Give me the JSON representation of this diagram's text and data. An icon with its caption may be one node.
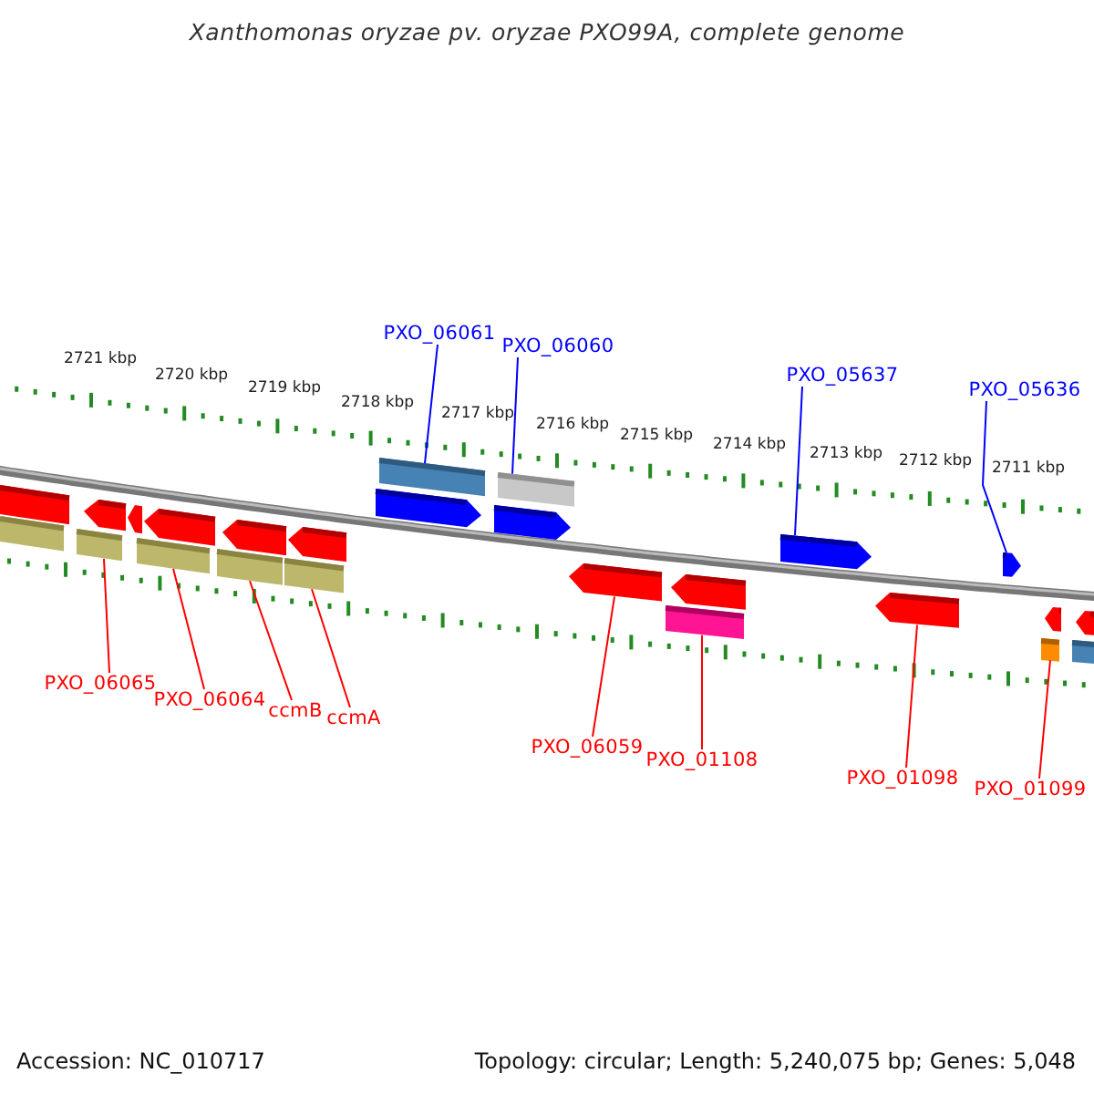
{
  "diagram": {
    "title": "Xanthomonas oryzae pv. oryzae PXO99A, complete genome",
    "nodes": [
      {
        "text": [
          "PXO_06061"
        ]
      },
      {
        "text": [
          "PXO_06060"
        ]
      },
      {
        "text": [
          "PXO_05637"
        ]
      },
      {
        "text": [
          "PXO_05636"
        ]
      },
      {
        "text": [
          "PXO_06065"
        ]
      },
      {
        "text": [
          "PXO_06064"
        ]
      },
      {
        "text": [
          "ccmB"
        ]
      },
      {
        "text": [
          "ccmA"
        ]
      },
      {
        "text": [
          "PXO_06059"
        ]
      },
      {
        "text": [
          "PXO_01108"
        ]
      },
      {
        "text": [
          "PXO_01098"
        ]
      },
      {
        "text": [
          "PXO_01099"
        ]
      },
      {
        "text": [],
        "shape": "bar"
      },
      {
        "text": [],
        "shape": "bar"
      },
      {
        "text": [],
        "shape": "arrow"
      },
      {
        "text": [],
        "shape": "arrow"
      },
      {
        "text": [],
        "shape": "arrow"
      },
      {
        "text": [],
        "shape": "arrow"
      },
      {
        "text": [],
        "shape": "bar"
      },
      {
        "text": [],
        "shape": "arrow"
      },
      {
        "text": [],
        "shape": "arrow"
      },
      {
        "text": [],
        "shape": "arrow"
      },
      {
        "text": [],
        "shape": "arrow"
      },
      {
        "text": [],
        "shape": "arrow"
      },
      {
        "text": [],
        "shape": "arrow"
      },
      {
        "text": [],
        "shape": "arrow"
      },
      {
        "text": [],
        "shape": "arrow"
      },
      {
        "text": [],
        "shape": "arrow"
      },
      {
        "text": [],
        "shape": "arrow"
      },
      {
        "text": [],
        "shape": "bar"
      },
      {
        "text": [],
        "shape": "bar"
      },
      {
        "text": [],
        "shape": "bar"
      },
      {
        "text": [],
        "shape": "bar"
      },
      {
        "text": [],
        "shape": "bar"
      },
      {
        "text": [],
        "shape": "bar"
      },
      {
        "text": [],
        "shape": "bar"
      },
      {
        "text": [],
        "shape": "bar"
      }
    ],
    "edges": [
      {
        "from": 0,
        "to": 12,
        "arrow": "none",
        "color": "#0000ff"
      },
      {
        "from": 1,
        "to": 13,
        "arrow": "none",
        "color": "#0000ff"
      },
      {
        "from": 2,
        "to": 16,
        "arrow": "none",
        "color": "#0000ff"
      },
      {
        "from": 3,
        "to": 17,
        "arrow": "none",
        "color": "#0000ff"
      },
      {
        "from": 4,
        "to": 30,
        "arrow": "none"
      },
      {
        "from": 5,
        "to": 31,
        "arrow": "none"
      },
      {
        "from": 6,
        "to": 32,
        "arrow": "none"
      },
      {
        "from": 7,
        "to": 33,
        "arrow": "none"
      },
      {
        "from": 8,
        "to": 24,
        "arrow": "none"
      },
      {
        "from": 9,
        "to": 34,
        "arrow": "none"
      },
      {
        "from": 10,
        "to": 26,
        "arrow": "none"
      },
      {
        "from": 11,
        "to": 35,
        "arrow": "none"
      }
    ],
    "labels": [
      "2721 kbp",
      "2720 kbp",
      "2719 kbp",
      "2718 kbp",
      "2717 kbp",
      "2716 kbp",
      "2715 kbp",
      "2714 kbp",
      "2713 kbp",
      "2712 kbp",
      "2711 kbp",
      "Accession: NC_010717",
      "Topology: circular; Length: 5,240,075 bp; Genes: 5,048"
    ]
  }
}
